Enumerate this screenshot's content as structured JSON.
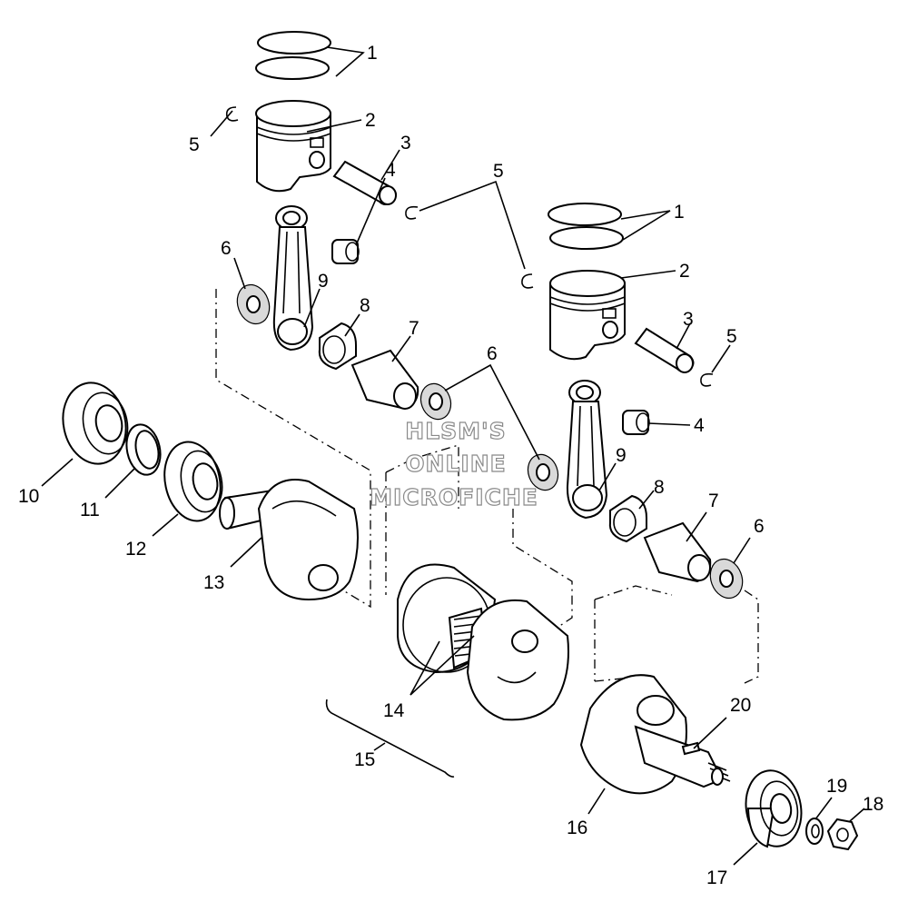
{
  "callouts": {
    "c1a": "1",
    "c2a": "2",
    "c3a": "3",
    "c4a": "4",
    "c5a": "5",
    "c5b": "5",
    "c6a": "6",
    "c9a": "9",
    "c8a": "8",
    "c7a": "7",
    "c6b": "6",
    "c1b": "1",
    "c2b": "2",
    "c3b": "3",
    "c5c": "5",
    "c4b": "4",
    "c9b": "9",
    "c8b": "8",
    "c7b": "7",
    "c6c": "6",
    "c10": "10",
    "c11": "11",
    "c12": "12",
    "c13": "13",
    "c14": "14",
    "c15": "15",
    "c16": "16",
    "c17": "17",
    "c18": "18",
    "c19": "19",
    "c20": "20"
  },
  "watermark": {
    "line1": "HLSM'S",
    "line2": "ONLINE",
    "line3": "MICROFICHE"
  }
}
